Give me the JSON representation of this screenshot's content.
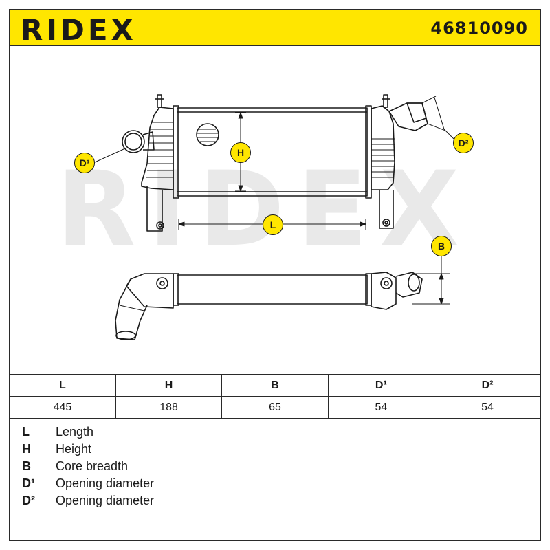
{
  "header": {
    "brand": "RIDEX",
    "part_number": "46810090"
  },
  "watermark": "RIDEX",
  "callouts": {
    "d1": "D¹",
    "d2": "D²",
    "h": "H",
    "l": "L",
    "b": "B"
  },
  "dimensions": {
    "columns": [
      "L",
      "H",
      "B",
      "D¹",
      "D²"
    ],
    "values": [
      "445",
      "188",
      "65",
      "54",
      "54"
    ]
  },
  "legend": [
    {
      "key": "L",
      "label": "Length"
    },
    {
      "key": "H",
      "label": "Height"
    },
    {
      "key": "B",
      "label": "Core breadth"
    },
    {
      "key": "D¹",
      "label": "Opening diameter"
    },
    {
      "key": "D²",
      "label": "Opening diameter"
    }
  ],
  "colors": {
    "accent": "#ffe600",
    "line": "#1a1a1a",
    "watermark": "#e9e9e9"
  }
}
